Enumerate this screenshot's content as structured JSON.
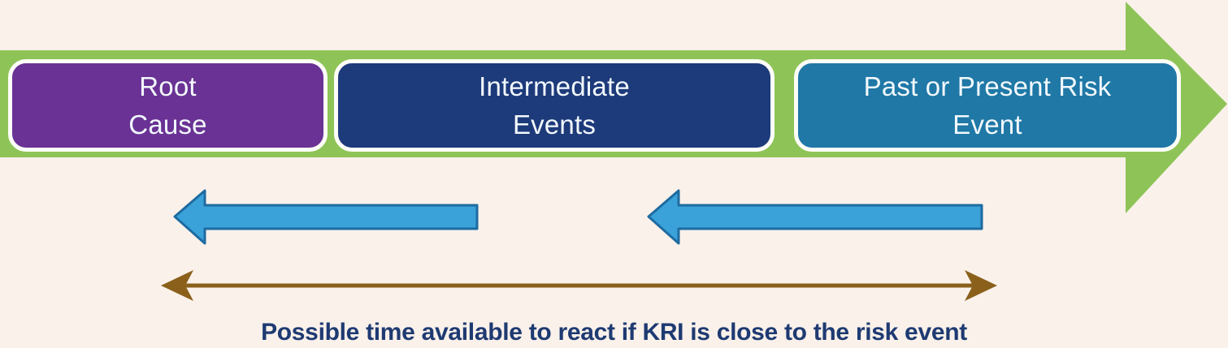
{
  "diagram": {
    "background_color": "#faf1ea",
    "main_arrow": {
      "description": "large right-pointing timeline arrow",
      "direction": "right",
      "color": "#8ec457"
    },
    "stages": [
      {
        "lines": [
          "Root",
          "Cause"
        ],
        "color": "#6a3295"
      },
      {
        "lines": [
          "Intermediate",
          "Events"
        ],
        "color": "#1d3a7a"
      },
      {
        "lines": [
          "Past or Present Risk",
          "Event"
        ],
        "color": "#1f78a6"
      }
    ],
    "back_arrows": {
      "description": "two left-pointing arrows from risk event back toward root cause",
      "direction": "left",
      "count": "2",
      "fill": "#3aa2d8",
      "stroke": "#1e6ba1"
    },
    "time_span_arrow": {
      "description": "double-headed arrow spanning root cause to risk event",
      "color": "#8a601b"
    },
    "caption": "Possible time available to react if KRI is close to the risk event",
    "caption_color": "#1e3a72"
  }
}
